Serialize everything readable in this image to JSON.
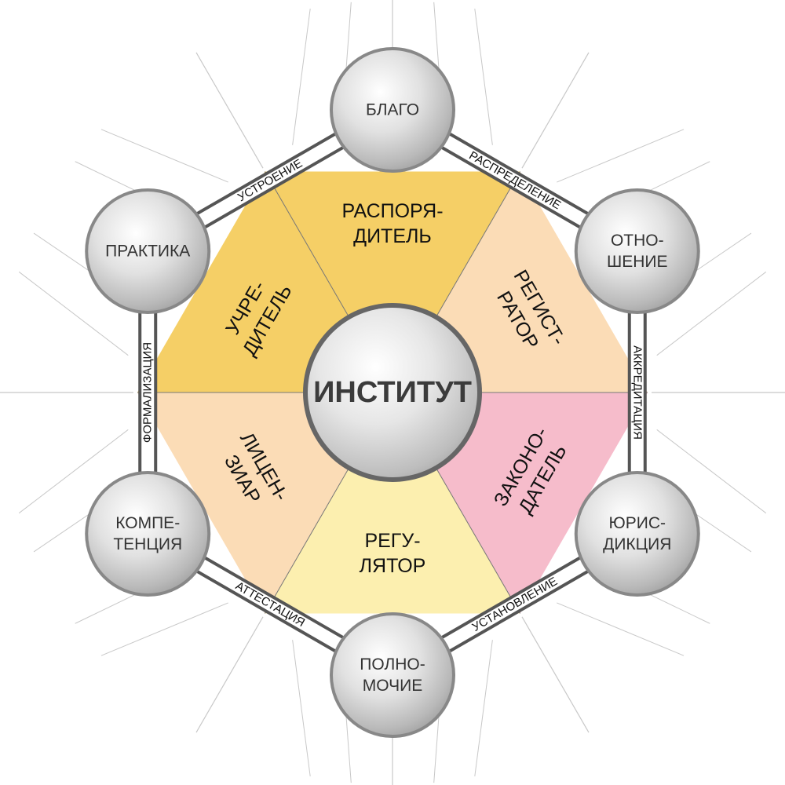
{
  "colors": {
    "hex_border": "#555555",
    "rays": "#c8c8c8",
    "sector_dividers": "#777777"
  },
  "center": {
    "label": "ИНСТИТУТ"
  },
  "nodes": [
    {
      "id": "blago",
      "lines": [
        "БЛАГО"
      ]
    },
    {
      "id": "otnoshenie",
      "lines": [
        "ОТНО-",
        "ШЕНИЕ"
      ]
    },
    {
      "id": "yurisdiktsiya",
      "lines": [
        "ЮРИС-",
        "ДИКЦИЯ"
      ]
    },
    {
      "id": "polnomochie",
      "lines": [
        "ПОЛНО-",
        "МОЧИЕ"
      ]
    },
    {
      "id": "kompetentsiya",
      "lines": [
        "КОМПЕ-",
        "ТЕНЦИЯ"
      ]
    },
    {
      "id": "praktika",
      "lines": [
        "ПРАКТИКА"
      ]
    }
  ],
  "edges": [
    {
      "id": "raspredelenie",
      "label": "РАСПРЕДЕЛЕНИЕ"
    },
    {
      "id": "akkreditatsiya",
      "label": "АККРЕДИТАЦИЯ"
    },
    {
      "id": "ustanovlenie",
      "label": "УСТАНОВЛЕНИЕ"
    },
    {
      "id": "attestatsiya",
      "label": "АТТЕСТАЦИЯ"
    },
    {
      "id": "formalizatsiya",
      "label": "ФОРМАЛИЗАЦИЯ"
    },
    {
      "id": "ustroenie",
      "label": "УСТРОЕНИЕ"
    }
  ],
  "sectors": [
    {
      "id": "rasporyaditel",
      "lines": [
        "РАСПОРЯ-",
        "ДИТЕЛЬ"
      ],
      "color": "#f5cf66"
    },
    {
      "id": "registrator",
      "lines": [
        "РЕГИСТ-",
        "РАТОР"
      ],
      "color": "#fbdcb6"
    },
    {
      "id": "zakonodatel",
      "lines": [
        "ЗАКОНО-",
        "ДАТЕЛЬ"
      ],
      "color": "#f6bccb"
    },
    {
      "id": "regulyator",
      "lines": [
        "РЕГУ-",
        "ЛЯТОР"
      ],
      "color": "#fcefaf"
    },
    {
      "id": "litsenziar",
      "lines": [
        "ЛИЦЕН-",
        "ЗИАР"
      ],
      "color": "#fbdcb6"
    },
    {
      "id": "uchreditel",
      "lines": [
        "УЧРЕ-",
        "ДИТЕЛЬ"
      ],
      "color": "#f5cf66"
    }
  ]
}
